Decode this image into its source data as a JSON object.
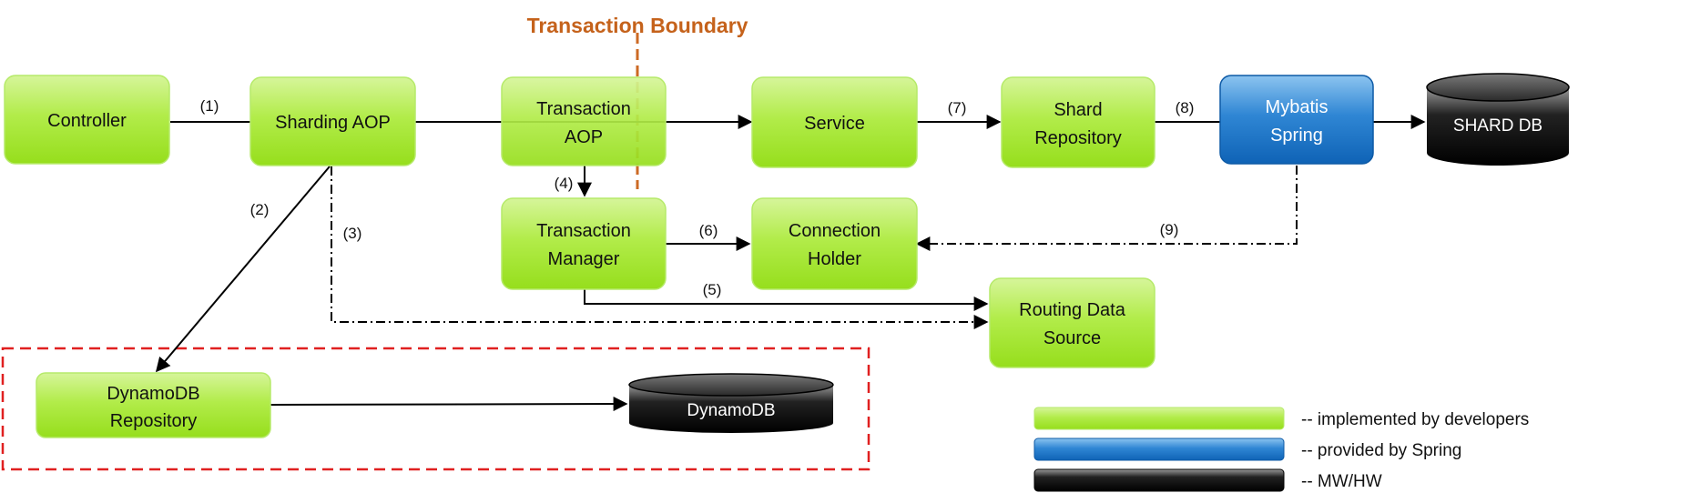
{
  "title": "Transaction Boundary",
  "colors": {
    "implemented": "#9be020",
    "spring": "#1a74c6",
    "hw": "#111111",
    "boundary": "#cc6a24",
    "dashed_region": "#e02020"
  },
  "nodes": {
    "controller": [
      "Controller"
    ],
    "sharding_aop": [
      "Sharding AOP"
    ],
    "transaction_aop": [
      "Transaction",
      "AOP"
    ],
    "service": [
      "Service"
    ],
    "shard_repository": [
      "Shard",
      "Repository"
    ],
    "mybatis_spring": [
      "Mybatis",
      "Spring"
    ],
    "shard_db": [
      "SHARD DB"
    ],
    "transaction_manager": [
      "Transaction",
      "Manager"
    ],
    "connection_holder": [
      "Connection",
      "Holder"
    ],
    "routing_data_source": [
      "Routing Data",
      "Source"
    ],
    "dynamodb_repository": [
      "DynamoDB",
      "Repository"
    ],
    "dynamodb": [
      "DynamoDB"
    ]
  },
  "edges": {
    "e1": "(1)",
    "e2": "(2)",
    "e3": "(3)",
    "e4": "(4)",
    "e5": "(5)",
    "e6": "(6)",
    "e7": "(7)",
    "e8": "(8)",
    "e9": "(9)"
  },
  "legend": {
    "implemented": "-- implemented by developers",
    "spring": "-- provided by Spring",
    "hw": "-- MW/HW"
  }
}
